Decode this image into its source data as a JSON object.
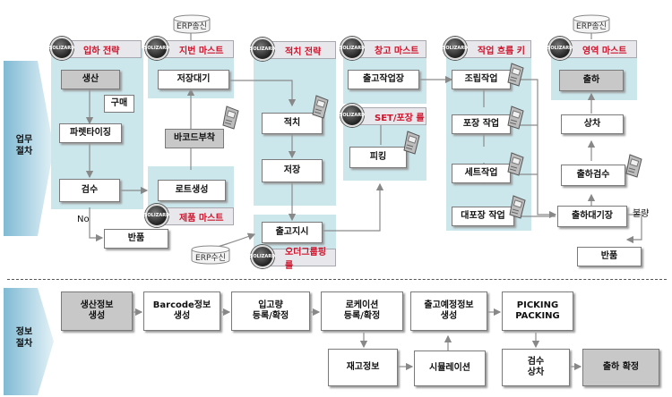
{
  "side": {
    "work": [
      "업무",
      "절차"
    ],
    "info": [
      "정보",
      "절차"
    ]
  },
  "badge_text": "SOLIZARD",
  "headers": {
    "receiving": "입하 전략",
    "location": "지번 마스트",
    "stacking": "적치 전략",
    "warehouse": "창고 마스트",
    "workflow": "작업 흐름 키",
    "zone": "영역 마스트",
    "set_pack": "SET/포장 룰",
    "product": "제품 마스트",
    "order_group": "오더그룹핑 룰"
  },
  "erp": {
    "send1": "ERP송신",
    "send2": "ERP송신",
    "recv": "ERP수신"
  },
  "work_boxes": {
    "production": "생산",
    "purchase": "구매",
    "palletizing": "파렛타이징",
    "inspection": "검수",
    "return1": "반품",
    "storage_wait": "저장대기",
    "barcode_attach": "바코드부착",
    "lot_create": "로트생성",
    "stack": "적치",
    "store": "저장",
    "outbound_order": "출고지시",
    "outbound_station": "출고작업장",
    "picking": "피킹",
    "assembly": "조립작업",
    "packing": "포장 작업",
    "set_work": "세트작업",
    "big_packing": "대포장 작업",
    "shipping": "출하",
    "loading": "상차",
    "ship_inspect": "출하검수",
    "ship_wait": "출하대기장",
    "return2": "반품"
  },
  "labels": {
    "no": "No",
    "defect": "불량"
  },
  "info_boxes": {
    "prod_info": "생산정보\n생성",
    "barcode_info": "Barcode정보\n생성",
    "receipt_qty": "입고량\n등록/확정",
    "location_reg": "로케이션\n등록/확정",
    "outbound_plan": "출고예정정보\n생성",
    "picking_packing": "PICKING\nPACKING",
    "stock_info": "재고정보",
    "simulation": "시뮬레이션",
    "inspect_load": "검수\n상차",
    "ship_confirm": "출하 확정"
  }
}
